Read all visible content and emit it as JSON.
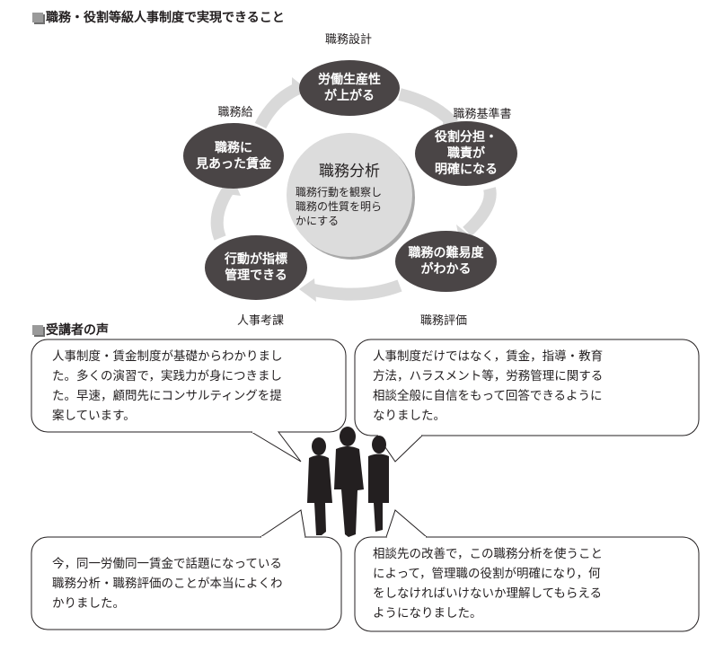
{
  "section1": {
    "title": "職務・役割等級人事制度で実現できること"
  },
  "cycle": {
    "center": {
      "title": "職務分析",
      "desc": "職務行動を観察し\n職務の性質を明ら\nかにする"
    },
    "nodes": [
      {
        "label": "職務設計",
        "text": "労働生産性\nが上がる"
      },
      {
        "label": "職務基準書",
        "text": "役割分担・\n職責が\n明確になる"
      },
      {
        "label": "職務評価",
        "text": "職務の難易度\nがわかる"
      },
      {
        "label": "人事考課",
        "text": "行動が指標\n管理できる"
      },
      {
        "label": "職務給",
        "text": "職務に\n見あった賃金"
      }
    ]
  },
  "section2": {
    "title": "受講者の声"
  },
  "voices": [
    "人事制度・賃金制度が基礎からわかりまし\nた。多くの演習で，実践力が身につきまし\nた。早速，顧問先にコンサルティングを提\n案しています。",
    "人事制度だけではなく，賃金，指導・教育\n方法，ハラスメント等，労務管理に関する\n相談全般に自信をもって回答できるように\nなりました。",
    "今，同一労働同一賃金で話題になっている\n職務分析・職務評価のことが本当によくわ\nかりました。",
    "相談先の改善で，この職務分析を使うこと\nによって，管理職の役割が明確になり，何\nをしなければいけないか理解してもらえる\nようになりました。"
  ]
}
